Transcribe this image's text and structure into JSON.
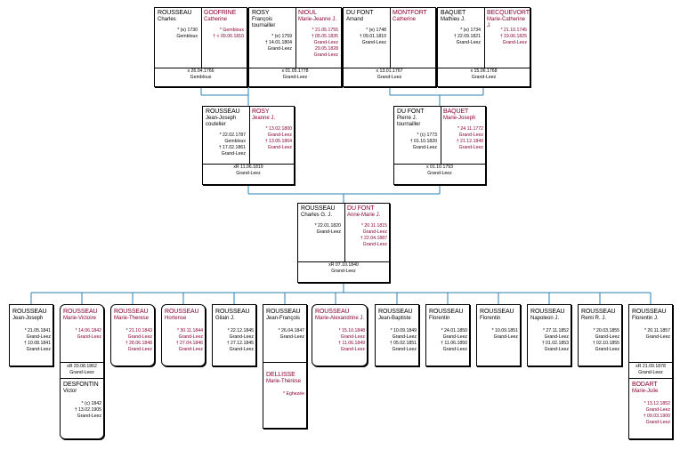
{
  "gen1": [
    {
      "husband": {
        "surname": "ROUSSEAU",
        "given": "Charles",
        "events": [
          "* (e) 1730",
          "Gembloux"
        ]
      },
      "wife": {
        "surname": "GODFRINE",
        "given": "Catherine",
        "events": [
          "* Gembloux",
          "† < 09.06.1810"
        ]
      },
      "marriage": [
        "x 26.04.1766",
        "Gembloux"
      ]
    },
    {
      "husband": {
        "surname": "ROSY",
        "given": "François\ntournailler",
        "events": [
          "* (e) 1759",
          "† 14.01.1804",
          "Grand-Leez"
        ]
      },
      "wife": {
        "surname": "NIOUL",
        "given": "Marie-Jeanne J.",
        "events": [
          "* 21.05.1755",
          "† 05.05.1835",
          "Grand-Leez",
          "29.05.1828",
          "Grand-Leez"
        ]
      },
      "marriage": [
        "x 01.05.1778",
        "Grand-Leez"
      ]
    },
    {
      "husband": {
        "surname": "DU FONT",
        "given": "Amand",
        "events": [
          "* (e) 1748",
          "† 09.01.1810",
          "Grand-Leez"
        ]
      },
      "wife": {
        "surname": "MONTFORT",
        "given": "Catherine",
        "events": []
      },
      "marriage": [
        "x 13.01.1767",
        "Grand-Leez"
      ]
    },
    {
      "husband": {
        "surname": "BAQUET",
        "given": "Mathieu J.",
        "events": [
          "* (e) 1734",
          "† 22.09.1821",
          "Grand-Leez"
        ]
      },
      "wife": {
        "surname": "BECQUEVORT",
        "given": "Marie-Catherine J.",
        "events": [
          "* 21.10.1745",
          "† 19.06.1825",
          "Grand-Leez"
        ]
      },
      "marriage": [
        "x 15.06.1768",
        "Grand-Leez"
      ]
    }
  ],
  "gen2": [
    {
      "husband": {
        "surname": "ROUSSEAU",
        "given": "Jean-Joseph\ncoutelier",
        "events": [
          "* 22.02.1787",
          "Gembloux",
          "† 17.02.1861",
          "Grand-Leez"
        ]
      },
      "wife": {
        "surname": "ROSY",
        "given": "Jeanne J.",
        "events": [
          "* 13.02.1800",
          "Grand-Leez",
          "† 13.05.1864",
          "Grand-Leez"
        ]
      },
      "marriage": [
        "xR 11.06.1819",
        "Grand-Leez"
      ]
    },
    {
      "husband": {
        "surname": "DU FONT",
        "given": "Pierre J.\ntournailler",
        "events": [
          "* (c) 1773",
          "† 01.10.1820",
          "Grand-Leez"
        ]
      },
      "wife": {
        "surname": "BAQUET",
        "given": "Marie-Joseph",
        "events": [
          "* 24.11.1772",
          "Grand-Leez",
          "† 21.12.1849",
          "Grand-Leez"
        ]
      },
      "marriage": [
        "x 01.10.1793",
        "Grand-Leez"
      ]
    }
  ],
  "gen3": {
    "husband": {
      "surname": "ROUSSEAU",
      "given": "Charles G. J.",
      "events": [
        "* 22.01.1820",
        "Grand-Leez"
      ]
    },
    "wife": {
      "surname": "DU FONT",
      "given": "Anne-Marie J.",
      "events": [
        "* 20.11.1815",
        "Grand-Leez",
        "† 22.04.1887",
        "Grand-Leez"
      ]
    },
    "marriage": [
      "xR 07.10.1840",
      "Grand-Leez"
    ]
  },
  "children": [
    {
      "surname": "ROUSSEAU",
      "given": "Jean-Joseph",
      "sex": "m",
      "events": [
        "* 21.05.1841",
        "Grand-Leez",
        "† 10.08.1841",
        "Grand-Leez"
      ]
    },
    {
      "surname": "ROUSSEAU",
      "given": "Marie-Victoire",
      "sex": "f",
      "events": [
        "* 14.06.1842",
        "Grand-Leez"
      ],
      "marriage": [
        "xR 20.08.1862",
        "Grand-Leez"
      ],
      "spouse": {
        "surname": "DESFONTIN",
        "given": "Victor",
        "events": [
          "* (c) 1842",
          "† 13.02.1905",
          "Grand-Leez"
        ]
      }
    },
    {
      "surname": "ROUSSEAU",
      "given": "Marie-Therese",
      "sex": "f",
      "events": [
        "* 21.10.1843",
        "Grand-Leez",
        "† 28.06.1848",
        "Grand-Leez"
      ]
    },
    {
      "surname": "ROUSSEAU",
      "given": "Hortense",
      "sex": "f",
      "events": [
        "* 30.11.1844",
        "Grand-Leez",
        "† 27.04.1846",
        "Grand-Leez"
      ]
    },
    {
      "surname": "ROUSSEAU",
      "given": "Gilain J.",
      "sex": "m",
      "events": [
        "* 22.12.1845",
        "Grand-Leez",
        "† 27.12.1845",
        "Grand-Leez"
      ]
    },
    {
      "surname": "ROUSSEAU",
      "given": "Jean-François",
      "sex": "m",
      "events": [
        "* 26.04.1847",
        "Grand-Leez"
      ],
      "spouse": {
        "surname": "DELLISSE",
        "given": "Marie-Thérèse",
        "events": [
          "* Eghezée"
        ]
      }
    },
    {
      "surname": "ROUSSEAU",
      "given": "Marie-Alexandrine J.",
      "sex": "f",
      "events": [
        "* 15.10.1848",
        "Grand-Leez",
        "† 11.06.1849",
        "Grand-Leez"
      ]
    },
    {
      "surname": "ROUSSEAU",
      "given": "Jean-Baptiste",
      "sex": "m",
      "events": [
        "* 10.09.1849",
        "Grand-Leez",
        "† 05.02.1851",
        "Grand-Leez"
      ]
    },
    {
      "surname": "ROUSSEAU",
      "given": "Florentin",
      "sex": "m",
      "events": [
        "* 24.01.1850",
        "Grand-Leez",
        "† 11.06.1850",
        "Grand-Leez"
      ]
    },
    {
      "surname": "ROUSSEAU",
      "given": "Florentin",
      "sex": "m",
      "events": [
        "* 10.09.1851",
        "Grand-Leez"
      ]
    },
    {
      "surname": "ROUSSEAU",
      "given": "Napoleon J.",
      "sex": "m",
      "events": [
        "* 27.11.1852",
        "Grand-Leez",
        "† 01.02.1853",
        "Grand-Leez"
      ]
    },
    {
      "surname": "ROUSSEAU",
      "given": "Remi R. J.",
      "sex": "m",
      "events": [
        "* 20.03.1855",
        "Grand-Leez",
        "† 02.10.1855",
        "Grand-Leez"
      ]
    },
    {
      "surname": "ROUSSEAU",
      "given": "Florentin J.",
      "sex": "m",
      "events": [
        "* 20.11.1857",
        "Grand-Leez"
      ],
      "marriage": [
        "xR 21.09.1878",
        "Grand-Leez"
      ],
      "spouse": {
        "surname": "BODART",
        "given": "Marie-Julie",
        "events": [
          "* 13.12.1852",
          "Grand-Leez",
          "† 09.03.1900",
          "Grand-Leez"
        ]
      }
    }
  ],
  "colors": {
    "line": "#2a7fb0",
    "female": "#8b0030",
    "text": "#000000"
  }
}
